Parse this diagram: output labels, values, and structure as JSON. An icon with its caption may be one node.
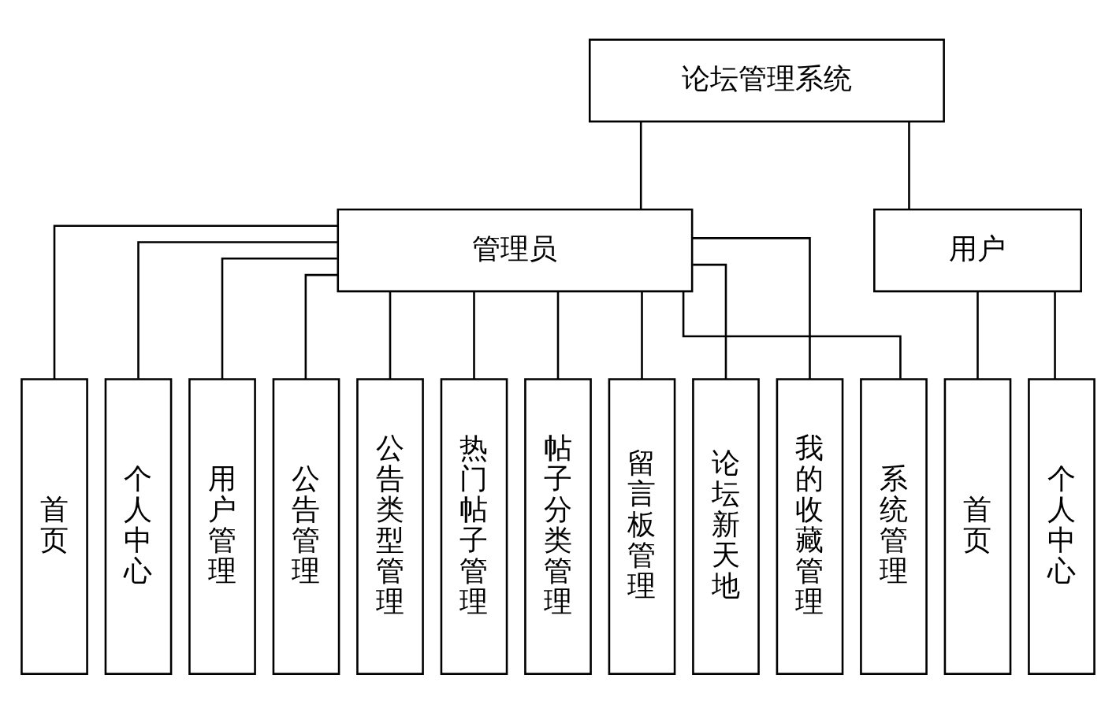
{
  "diagram": {
    "nodes": [
      {
        "text": [
          "论坛管理系统"
        ]
      },
      {
        "text": [
          "管理员"
        ]
      },
      {
        "text": [
          "用户"
        ]
      },
      {
        "text": [
          "首页"
        ]
      },
      {
        "text": [
          "个人中心"
        ]
      },
      {
        "text": [
          "用户管理"
        ]
      },
      {
        "text": [
          "公告管理"
        ]
      },
      {
        "text": [
          "公告类型管理"
        ]
      },
      {
        "text": [
          "热门帖子管理"
        ]
      },
      {
        "text": [
          "帖子分类管理"
        ]
      },
      {
        "text": [
          "留言板管理"
        ]
      },
      {
        "text": [
          "论坛新天地"
        ]
      },
      {
        "text": [
          "我的收藏管理"
        ]
      },
      {
        "text": [
          "系统管理"
        ]
      },
      {
        "text": [
          "首页"
        ]
      },
      {
        "text": [
          "个人中心"
        ]
      }
    ],
    "edges": [
      {
        "from": 0,
        "to": 1,
        "arrow": "none"
      },
      {
        "from": 0,
        "to": 2,
        "arrow": "none"
      },
      {
        "from": 1,
        "to": 3,
        "arrow": "none"
      },
      {
        "from": 1,
        "to": 4,
        "arrow": "none"
      },
      {
        "from": 1,
        "to": 5,
        "arrow": "none"
      },
      {
        "from": 1,
        "to": 6,
        "arrow": "none"
      },
      {
        "from": 1,
        "to": 7,
        "arrow": "none"
      },
      {
        "from": 1,
        "to": 8,
        "arrow": "none"
      },
      {
        "from": 1,
        "to": 9,
        "arrow": "none"
      },
      {
        "from": 1,
        "to": 10,
        "arrow": "none"
      },
      {
        "from": 1,
        "to": 11,
        "arrow": "none"
      },
      {
        "from": 1,
        "to": 12,
        "arrow": "none"
      },
      {
        "from": 1,
        "to": 13,
        "arrow": "none"
      },
      {
        "from": 2,
        "to": 14,
        "arrow": "none"
      },
      {
        "from": 2,
        "to": 15,
        "arrow": "none"
      }
    ]
  }
}
